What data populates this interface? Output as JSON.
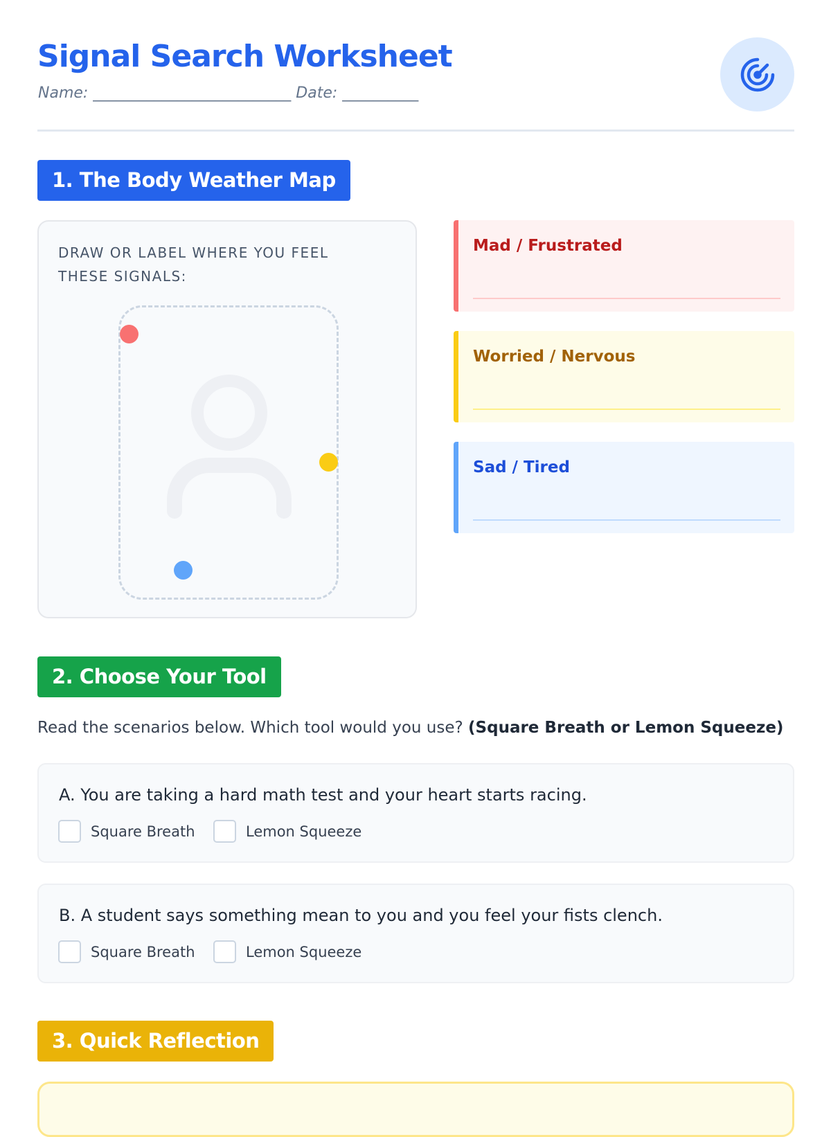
{
  "header": {
    "title": "Signal Search Worksheet",
    "meta": "Name: __________________________ Date: __________"
  },
  "section1": {
    "heading": "1. The Body Weather Map",
    "instruction": "DRAW OR LABEL WHERE YOU FEEL THESE SIGNALS:",
    "signals": [
      {
        "label": "Mad / Frustrated",
        "color": "#f87171"
      },
      {
        "label": "Worried / Nervous",
        "color": "#facc15"
      },
      {
        "label": "Sad / Tired",
        "color": "#60a5fa"
      }
    ]
  },
  "section2": {
    "heading": "2. Choose Your Tool",
    "intro": "Read the scenarios below. Which tool would you use?",
    "intro_bold": "(Square Breath or Lemon Squeeze)",
    "questions": [
      {
        "text": "A. You are taking a hard math test and your heart starts racing.",
        "options": [
          "Square Breath",
          "Lemon Squeeze"
        ]
      },
      {
        "text": "B. A student says something mean to you and you feel your fists clench.",
        "options": [
          "Square Breath",
          "Lemon Squeeze"
        ]
      }
    ]
  },
  "section3": {
    "heading": "3. Quick Reflection"
  }
}
